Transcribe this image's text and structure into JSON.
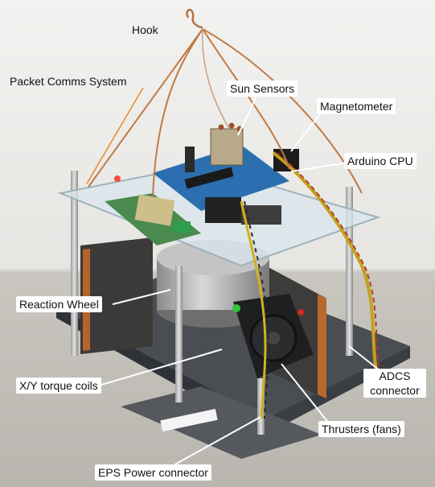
{
  "labels": {
    "hook": "Hook",
    "packet_comms": "Packet Comms System",
    "sun_sensors": "Sun Sensors",
    "magnetometer": "Magnetometer",
    "arduino_cpu": "Arduino CPU",
    "reaction_wheel": "Reaction Wheel",
    "torque_coils": "X/Y torque coils",
    "adcs_connector_line1": "ADCS",
    "adcs_connector_line2": "connector",
    "thrusters": "Thrusters (fans)",
    "eps_power": "EPS Power connector"
  }
}
